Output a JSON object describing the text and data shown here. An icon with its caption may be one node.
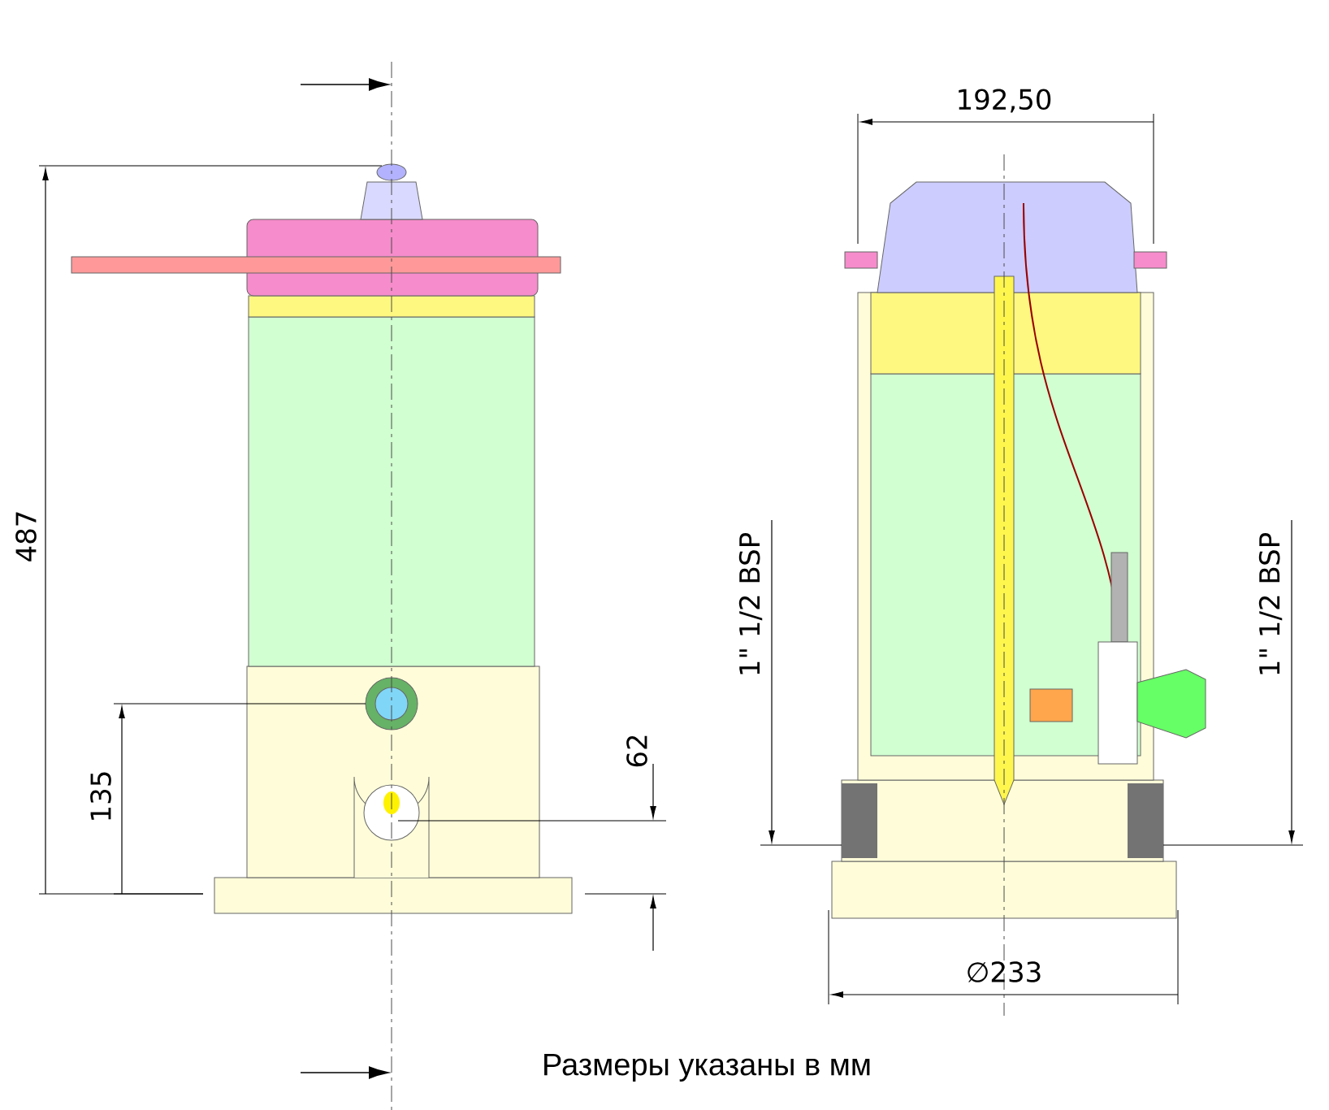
{
  "diagram": {
    "caption": "Размеры указаны в мм",
    "labels": [
      "192,50",
      "487",
      "1\" 1/2 BSP",
      "1\" 1/2 BSP",
      "135",
      "62",
      "∅233"
    ]
  }
}
